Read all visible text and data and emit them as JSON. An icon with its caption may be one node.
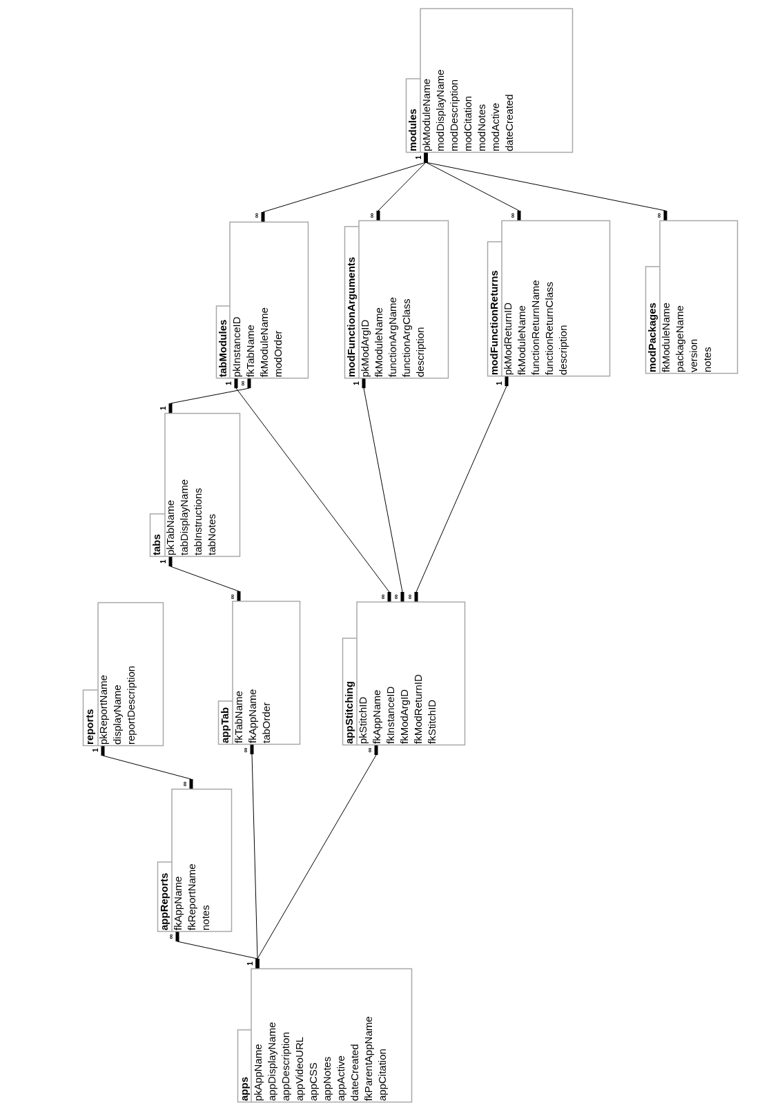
{
  "diagram": {
    "nodes": [
      {
        "text": [
          "modules",
          "pkModuleName",
          "modDisplayName",
          "modDescription",
          "modCitation",
          "modNotes",
          "modActive",
          "dateCreated"
        ]
      },
      {
        "text": [
          "tabModules",
          "pkInstanceID",
          "fkTabName",
          "fkModuleName",
          "modOrder"
        ]
      },
      {
        "text": [
          "modFunctionArguments",
          "pkModArgID",
          "fkModuleName",
          "functionArgName",
          "functionArgClass",
          "description"
        ]
      },
      {
        "text": [
          "modFunctionReturns",
          "pkModReturnID",
          "fkModuleName",
          "functionReturnName",
          "functionReturnClass",
          "description"
        ]
      },
      {
        "text": [
          "modPackages",
          "fkModuleName",
          "packageName",
          "version",
          "notes"
        ]
      },
      {
        "text": [
          "tabs",
          "pkTabName",
          "tabDisplayName",
          "tabInstructions",
          "tabNotes"
        ]
      },
      {
        "text": [
          "reports",
          "pkReportName",
          "displayName",
          "reportDescription"
        ]
      },
      {
        "text": [
          "appTab",
          "fkTabName",
          "fkAppName",
          "tabOrder"
        ]
      },
      {
        "text": [
          "appStitching",
          "pkStitchID",
          "fkAppName",
          "fkInstanceID",
          "fkModArgID",
          "fkModReturnID",
          "fkStitchID"
        ]
      },
      {
        "text": [
          "appReports",
          "fkAppName",
          "fkReportName",
          "notes"
        ]
      },
      {
        "text": [
          "apps",
          "pkAppName",
          "appDisplayName",
          "appDescription",
          "appVideoURL",
          "appCSS",
          "appNotes",
          "appActive",
          "dateCreated",
          "fkParentAppName",
          "appCitation"
        ]
      }
    ],
    "edges": [
      {
        "from": 0,
        "to": 1,
        "arrow": "other"
      },
      {
        "from": 0,
        "to": 2,
        "arrow": "other"
      },
      {
        "from": 0,
        "to": 3,
        "arrow": "other"
      },
      {
        "from": 0,
        "to": 4,
        "arrow": "other"
      },
      {
        "from": 5,
        "to": 1,
        "arrow": "other"
      },
      {
        "from": 1,
        "to": 8,
        "arrow": "other"
      },
      {
        "from": 2,
        "to": 8,
        "arrow": "other"
      },
      {
        "from": 3,
        "to": 8,
        "arrow": "other"
      },
      {
        "from": 5,
        "to": 7,
        "arrow": "other"
      },
      {
        "from": 6,
        "to": 9,
        "arrow": "other"
      },
      {
        "from": 10,
        "to": 9,
        "arrow": "other"
      },
      {
        "from": 10,
        "to": 7,
        "arrow": "other"
      },
      {
        "from": 10,
        "to": 8,
        "arrow": "other"
      }
    ],
    "labels": [
      "1",
      "∞",
      "∞",
      "∞",
      "∞",
      "1",
      "∞",
      "1",
      "1",
      "1",
      "1",
      "∞",
      "∞",
      "∞",
      "∞",
      "1",
      "∞",
      "∞",
      "∞",
      "∞",
      "1"
    ]
  }
}
